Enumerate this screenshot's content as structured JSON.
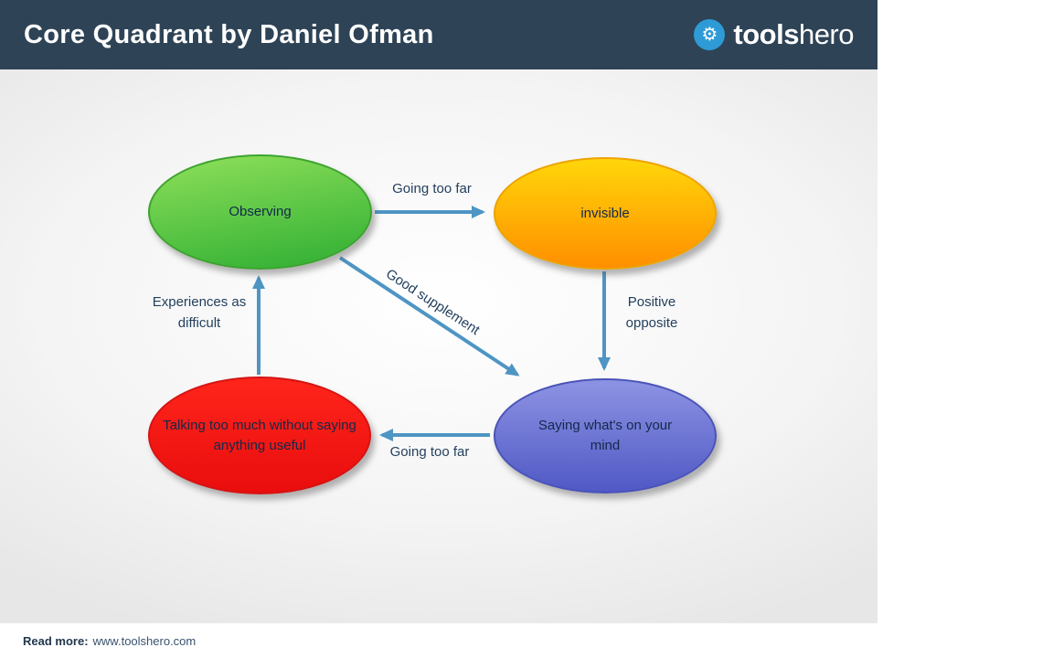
{
  "header": {
    "title": "Core Quadrant by Daniel Ofman",
    "logo": {
      "bold": "tools",
      "light": "hero",
      "icon": "gear-in-circle",
      "icon_color": "#2e9bd6"
    }
  },
  "diagram": {
    "nodes": [
      {
        "id": "observing",
        "label": "Observing",
        "color": "green",
        "fill_top": "#8fe05a",
        "fill_bottom": "#2eae33",
        "border": "#3da32f"
      },
      {
        "id": "invisible",
        "label": "invisible",
        "color": "orange",
        "fill_top": "#ffd60a",
        "fill_bottom": "#ff8f00",
        "border": "#eda303"
      },
      {
        "id": "talking-too-much",
        "label": "Talking too much without saying anything useful",
        "color": "red",
        "fill_top": "#ff251b",
        "fill_bottom": "#e90d0d",
        "border": "#d41414"
      },
      {
        "id": "saying-whats-on-your-mind",
        "label": "Saying what's on your mind",
        "color": "blue",
        "fill_top": "#8d93e3",
        "fill_bottom": "#5059c5",
        "border": "#4a53b8"
      }
    ],
    "edges": [
      {
        "from": "observing",
        "to": "invisible",
        "label": "Going too far"
      },
      {
        "from": "observing",
        "to": "saying-whats-on-your-mind",
        "label": "Good supplement"
      },
      {
        "from": "invisible",
        "to": "saying-whats-on-your-mind",
        "label": "Positive opposite"
      },
      {
        "from": "saying-whats-on-your-mind",
        "to": "talking-too-much",
        "label": "Going too far"
      },
      {
        "from": "talking-too-much",
        "to": "observing",
        "label": "Experiences as difficult"
      }
    ],
    "arrow_color": "#4e95c4",
    "label_color": "#24405e"
  },
  "footer": {
    "read_more_label": "Read more:",
    "url": "www.toolshero.com"
  },
  "colors": {
    "header_bg": "#2e4356",
    "accent_blue": "#2e9bd6",
    "canvas_edge": "#e7e7e7"
  }
}
